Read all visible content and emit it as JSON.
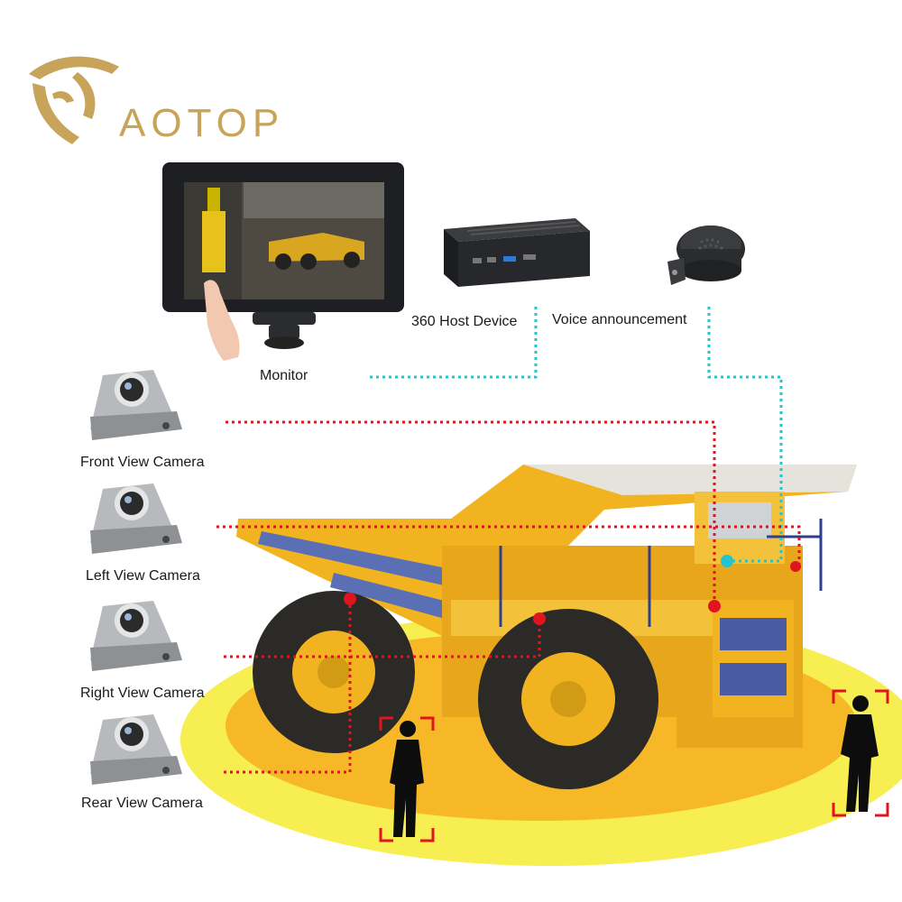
{
  "brand": {
    "name": "AOTOP",
    "logo_icon": "horse-head-logo",
    "color": "#c8a45a"
  },
  "devices": {
    "monitor": {
      "label": "Monitor"
    },
    "host": {
      "label": "360 Host Device"
    },
    "speaker": {
      "label": "Voice announcement"
    }
  },
  "cameras": [
    {
      "label": "Front View Camera"
    },
    {
      "label": "Left View Camera"
    },
    {
      "label": "Right View Camera"
    },
    {
      "label": "Rear View Camera"
    }
  ],
  "colors": {
    "truck_body": "#f2b320",
    "truck_stripe": "#5b6fb4",
    "ground_outer": "#f7ef52",
    "ground_inner": "#f6b827",
    "camera_link": "#e0141e",
    "device_link": "#22c4cf",
    "detect_box": "#e0141e"
  }
}
